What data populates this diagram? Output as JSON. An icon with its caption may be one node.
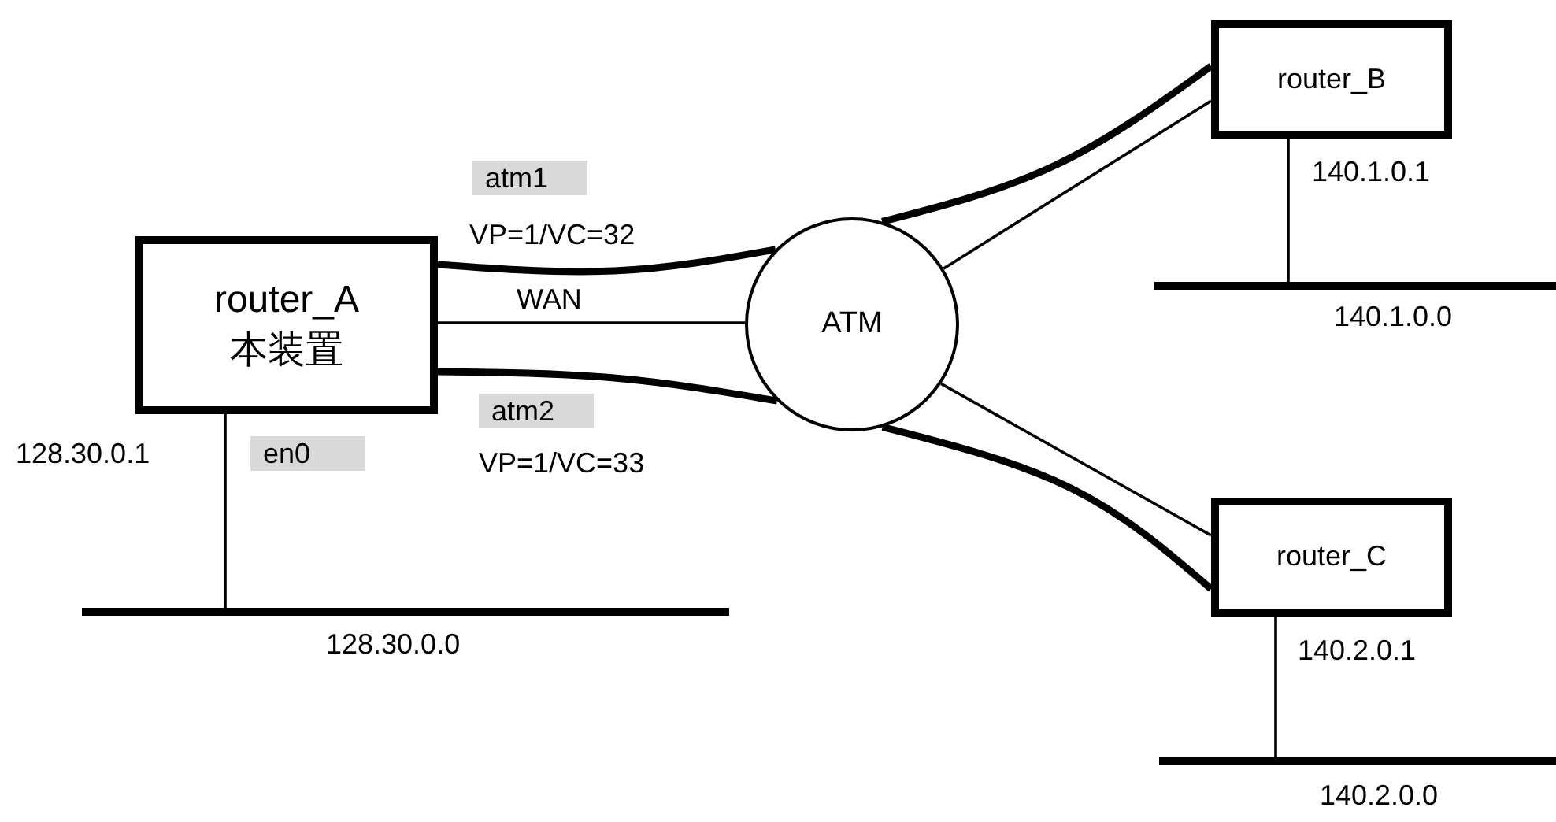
{
  "diagram": {
    "nodes": [
      {
        "text": [
          "router_A 本装置"
        ]
      },
      {
        "text": [
          "ATM"
        ]
      },
      {
        "text": [
          "router_B"
        ]
      },
      {
        "text": [
          "router_C"
        ]
      },
      {
        "text": [],
        "shape": "bar",
        "beside": [
          "128.30.0.0"
        ]
      },
      {
        "text": [],
        "shape": "bar",
        "beside": [
          "140.1.0.0"
        ]
      },
      {
        "text": [],
        "shape": "bar",
        "beside": [
          "140.2.0.0"
        ]
      }
    ],
    "edges": [
      {
        "from": 0,
        "to": 1,
        "arrow": "none",
        "style": "thick"
      },
      {
        "from": 0,
        "to": 1,
        "arrow": "none",
        "label": "WAN"
      },
      {
        "from": 0,
        "to": 1,
        "arrow": "none",
        "style": "thick"
      },
      {
        "from": 1,
        "to": 2,
        "arrow": "none",
        "style": "thick"
      },
      {
        "from": 1,
        "to": 2,
        "arrow": "none"
      },
      {
        "from": 1,
        "to": 3,
        "arrow": "none"
      },
      {
        "from": 1,
        "to": 3,
        "arrow": "none",
        "style": "thick"
      },
      {
        "from": 0,
        "to": 4,
        "arrow": "none"
      },
      {
        "from": 2,
        "to": 5,
        "arrow": "none"
      },
      {
        "from": 3,
        "to": 6,
        "arrow": "none"
      }
    ],
    "labels": [
      "atm1",
      "VP=1/VC=32",
      "atm2",
      "VP=1/VC=33",
      "128.30.0.1",
      "en0",
      "140.1.0.1",
      "140.2.0.1"
    ]
  }
}
